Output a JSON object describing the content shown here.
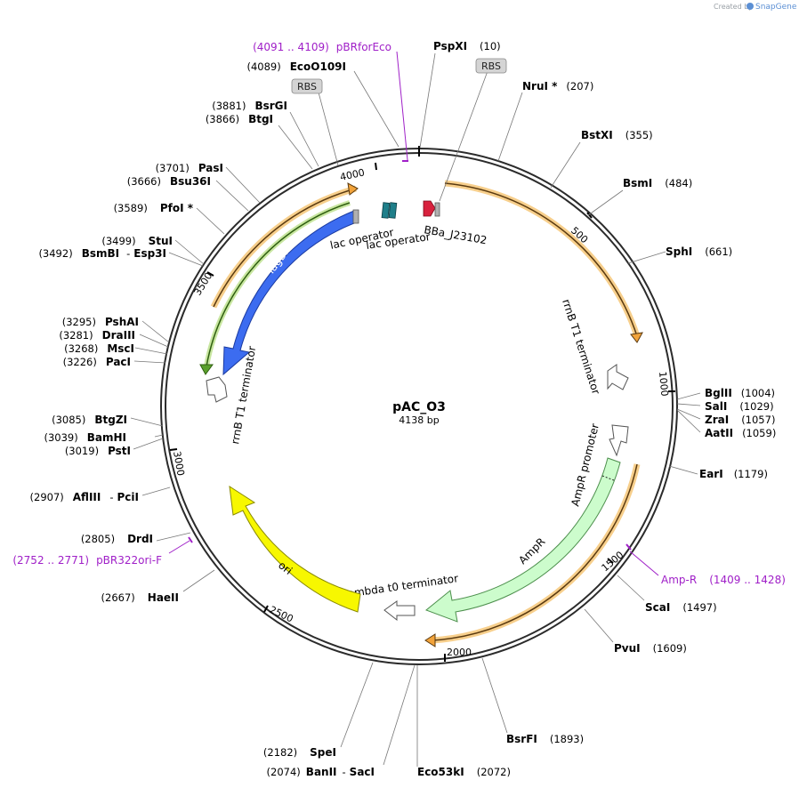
{
  "header": {
    "created_by": "Created by",
    "brand": "SnapGene"
  },
  "plasmid": {
    "name": "pAC_O3",
    "length_label": "4138 bp"
  },
  "ticks": [
    "500",
    "1000",
    "1500",
    "2000",
    "2500",
    "3000",
    "3500",
    "4000"
  ],
  "features": {
    "rrnb_t1_a": "rrnB T1 terminator",
    "rrnb_t1_b": "rrnB T1 terminator",
    "lac_operator_1": "lac operator",
    "lac_operator_2": "lac operator",
    "bba": "BBa_J23102",
    "tagbfp": "TagBFP",
    "ampr": "AmpR",
    "ampr_promoter": "AmpR promoter",
    "lambda_t0": "lambda t0 terminator",
    "ori": "ori",
    "rbs_1": "RBS",
    "rbs_2": "RBS"
  },
  "sites": [
    {
      "name": "PspXI",
      "pos": "(10)"
    },
    {
      "name": "NruI *",
      "pos": "(207)"
    },
    {
      "name": "BstXI",
      "pos": "(355)"
    },
    {
      "name": "BsmI",
      "pos": "(484)"
    },
    {
      "name": "SphI",
      "pos": "(661)"
    },
    {
      "name": "BglII",
      "pos": "(1004)"
    },
    {
      "name": "SalI",
      "pos": "(1029)"
    },
    {
      "name": "ZraI",
      "pos": "(1057)"
    },
    {
      "name": "AatII",
      "pos": "(1059)"
    },
    {
      "name": "EarI",
      "pos": "(1179)"
    },
    {
      "name": "ScaI",
      "pos": "(1497)"
    },
    {
      "name": "PvuI",
      "pos": "(1609)"
    },
    {
      "name": "BsrFI",
      "pos": "(1893)"
    },
    {
      "name": "Eco53kI",
      "pos": "(2072)"
    },
    {
      "name": "BanII",
      "pos": "(2074)",
      "extra": "SacI"
    },
    {
      "name": "SpeI",
      "pos": "(2182)"
    },
    {
      "name": "HaeII",
      "pos": "(2667)"
    },
    {
      "name": "DrdI",
      "pos": "(2805)"
    },
    {
      "name": "AflIII",
      "pos": "(2907)",
      "extra": "PciI"
    },
    {
      "name": "PstI",
      "pos": "(3019)"
    },
    {
      "name": "BamHI",
      "pos": "(3039)"
    },
    {
      "name": "BtgZI",
      "pos": "(3085)"
    },
    {
      "name": "PacI",
      "pos": "(3226)"
    },
    {
      "name": "MscI",
      "pos": "(3268)"
    },
    {
      "name": "DraIII",
      "pos": "(3281)"
    },
    {
      "name": "PshAI",
      "pos": "(3295)"
    },
    {
      "name": "BsmBI",
      "pos": "(3492)",
      "extra": "Esp3I"
    },
    {
      "name": "StuI",
      "pos": "(3499)"
    },
    {
      "name": "PfoI *",
      "pos": "(3589)"
    },
    {
      "name": "Bsu36I",
      "pos": "(3666)"
    },
    {
      "name": "PasI",
      "pos": "(3701)"
    },
    {
      "name": "BtgI",
      "pos": "(3866)"
    },
    {
      "name": "BsrGI",
      "pos": "(3881)"
    },
    {
      "name": "EcoO109I",
      "pos": "(4089)"
    }
  ],
  "primers": [
    {
      "name": "pBRforEco",
      "range": "(4091 .. 4109)"
    },
    {
      "name": "Amp-R",
      "range": "(1409 .. 1428)"
    },
    {
      "name": "pBR322ori-F",
      "range": "(2752 .. 2771)"
    }
  ],
  "colors": {
    "backbone": "#2b2b2b",
    "orange": "#f2a33a",
    "tagbfp": "#3c6cf0",
    "ampr": "#ccfccc",
    "ori": "#f7f700",
    "green_arrow": "#5aa02c",
    "primer": "#a020c8",
    "bba": "#d8213d",
    "lac_operator": "#1f7f8a"
  }
}
